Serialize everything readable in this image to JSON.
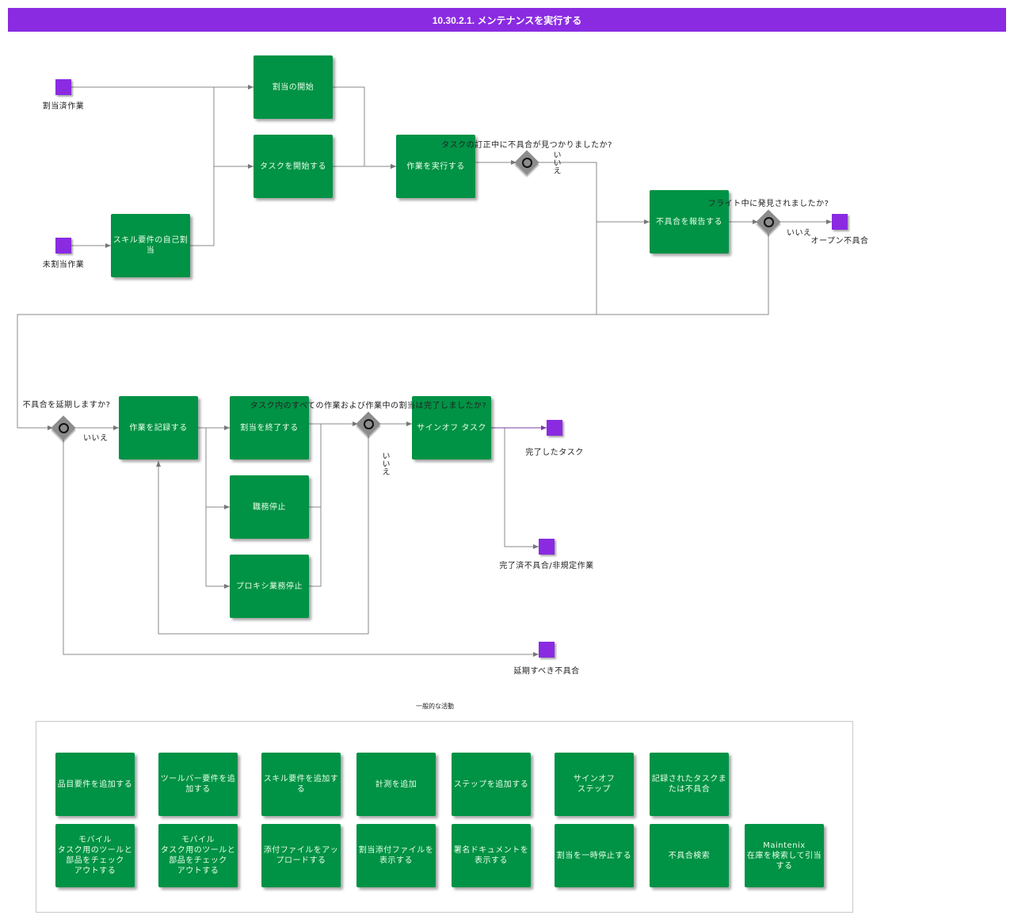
{
  "title": "10.30.2.1. メンテナンスを実行する",
  "events": {
    "assigned_work": "割当済作業",
    "unassigned_work": "未割当作業",
    "open_fault": "オープン不具合",
    "completed_task": "完了したタスク",
    "completed_fault": "完了済不具合/非規定作業",
    "deferred_fault": "延期すべき不具合"
  },
  "tasks": {
    "start_assignment": "割当の開始",
    "start_task": "タスクを開始する",
    "self_assign": "スキル要件の自己割当",
    "perform_work": "作業を実行する",
    "report_fault": "不具合を報告する",
    "record_work": "作業を記録する",
    "finish_assignment": "割当を終了する",
    "stop_duty": "職務停止",
    "proxy_stop": "プロキシ業務停止",
    "signoff_task": "サインオフ タスク"
  },
  "gateways": {
    "fault_found": "タスクの訂正中に不具合が見つかりましたか?",
    "in_flight": "フライト中に発見されましたか?",
    "defer_fault": "不具合を延期しますか?",
    "all_done": "タスク内のすべての作業および作業中の割当は完了しましたか?"
  },
  "branch_labels": {
    "no_fault_found": "いいえ",
    "no_in_flight": "いいえ",
    "no_defer": "いいえ",
    "no_all_done": "いいえ"
  },
  "common": {
    "title": "一般的な活動",
    "row1": [
      "品目要件を追加する",
      "ツールバー要件を追加する",
      "スキル要件を追加する",
      "計測を追加",
      "ステップを追加する",
      "サインオフ\nステップ",
      "記録されたタスクまたは不具合"
    ],
    "row2": [
      "モバイル\nタスク用のツールと部品をチェック\nアウトする",
      "モバイル\nタスク用のツールと部品をチェック\nアウトする",
      "添付ファイルをアップロードする",
      "割当添付ファイルを表示する",
      "署名ドキュメントを表示する",
      "割当を一時停止する",
      "不具合検索",
      "Maintenix\n在庫を検索して引当する"
    ]
  }
}
